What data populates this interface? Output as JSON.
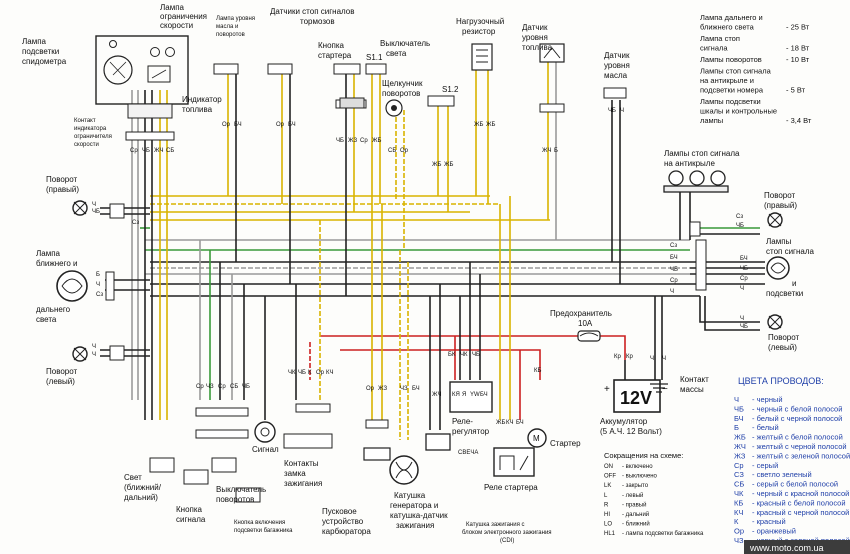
{
  "labels": {
    "speedo_light": [
      "Лампа",
      "подсветки",
      "спидометра"
    ],
    "limit_lamp": [
      "Лампа",
      "ограничения",
      "скорости"
    ],
    "oil_level_lamp": [
      "Лампа уровня",
      "масла и",
      "поворотов"
    ],
    "brake_sensors": [
      "Датчики стоп сигналов",
      "тормозов"
    ],
    "fuel_indicator": [
      "Индикатор",
      "топлива"
    ],
    "limit_contact": [
      "Контакт",
      "индикатора",
      "ограничителя",
      "скорости"
    ],
    "starter_button": [
      "Кнопка",
      "стартера"
    ],
    "light_switch": [
      "Выключатель",
      "света"
    ],
    "turn_clicker": [
      "Щелкунчик",
      "поворотов"
    ],
    "load_resistor": [
      "Нагрузочный",
      "резистор"
    ],
    "fuel_sensor": [
      "Датчик",
      "уровня",
      "топлива"
    ],
    "oil_sensor": [
      "Датчик",
      "уровня",
      "масла"
    ],
    "turn_right_front": [
      "Поворот",
      "(правый)"
    ],
    "head_lamp": [
      "Лампа",
      "ближнего и"
    ],
    "head_lamp_2": [
      "дальнего",
      "света"
    ],
    "turn_left_front": [
      "Поворот",
      "(левый)"
    ],
    "stop_lamps": [
      "Лампы стоп сигнала",
      "на антикрыле"
    ],
    "turn_right_rear": [
      "Поворот",
      "(правый)"
    ],
    "tail_lamp": [
      "Лампы",
      "стоп сигнала",
      "и",
      "подсветки"
    ],
    "turn_left_rear": [
      "Поворот",
      "(левый)"
    ],
    "fuse": [
      "Предохранитель",
      "10A"
    ],
    "mass_contact": [
      "Контакт",
      "массы"
    ],
    "battery": [
      "Аккумулятор",
      "(5 А.Ч. 12 Вольт)"
    ],
    "battery_voltage": "12V",
    "starter": "Стартер",
    "relay_regulator": [
      "Реле-",
      "регулятор"
    ],
    "starter_relay": "Реле стартера",
    "signal": "Сигнал",
    "ignition_lock": [
      "Контакты",
      "замка",
      "зажигания"
    ],
    "spark": "СВЕЧА",
    "carb_starter": [
      "Пусковое",
      "устройство",
      "карбюратора"
    ],
    "generator": [
      "Катушка",
      "генератора и",
      "катушка-датчик",
      "зажигания"
    ],
    "cdi": [
      "Катушка зажигания с",
      "блоком электронного зажигания",
      "(CDI)"
    ],
    "light_button": [
      "Свет",
      "(ближний/",
      "дальний)"
    ],
    "signal_button": [
      "Кнопка",
      "сигнала"
    ],
    "turn_switch": [
      "Выключатель",
      "поворотов"
    ],
    "trunk_button": [
      "Кнопка включения",
      "подсветки багажника"
    ],
    "s11": "S1.1",
    "s12": "S1.2"
  },
  "power_table": [
    {
      "item": [
        "Лампа дальнего и",
        "ближнего света"
      ],
      "value": "- 25 Вт"
    },
    {
      "item": [
        "Лампа стоп",
        "сигнала"
      ],
      "value": "- 18 Вт"
    },
    {
      "item": [
        "Лампы поворотов"
      ],
      "value": "- 10 Вт"
    },
    {
      "item": [
        "Лампы стоп сигнала",
        "на антикрыле и",
        "подсветки номера"
      ],
      "value": "- 5 Вт"
    },
    {
      "item": [
        "Лампы подсветки",
        "шкалы и контрольные",
        "лампы"
      ],
      "value": "- 3,4 Вт"
    }
  ],
  "abbreviations": {
    "title": "Сокращения на схеме:",
    "rows": [
      {
        "code": "ON",
        "text": "- включено"
      },
      {
        "code": "OFF",
        "text": "- выключено"
      },
      {
        "code": "LK",
        "text": "- закрыто"
      },
      {
        "code": "L",
        "text": "- левый"
      },
      {
        "code": "R",
        "text": "- правый"
      },
      {
        "code": "HI",
        "text": "- дальний"
      },
      {
        "code": "LO",
        "text": "- ближний"
      },
      {
        "code": "HL1",
        "text": "- лампа подсветки багажника"
      }
    ]
  },
  "wire_colors": {
    "title": "ЦВЕТА ПРОВОДОВ:",
    "rows": [
      {
        "code": "Ч",
        "text": "- черный"
      },
      {
        "code": "ЧБ",
        "text": "- черный с белой полосой"
      },
      {
        "code": "БЧ",
        "text": "- белый с черной полосой"
      },
      {
        "code": "Б",
        "text": "- белый"
      },
      {
        "code": "ЖБ",
        "text": "- желтый с белой полосой"
      },
      {
        "code": "ЖЧ",
        "text": "- желтый с черной полосой"
      },
      {
        "code": "ЖЗ",
        "text": "- желтый с зеленой полосой"
      },
      {
        "code": "Ср",
        "text": "- серый"
      },
      {
        "code": "СЗ",
        "text": "- светло зеленый"
      },
      {
        "code": "СБ",
        "text": "- серый с белой полосой"
      },
      {
        "code": "ЧК",
        "text": "- черный с красной полосой"
      },
      {
        "code": "КБ",
        "text": "- красный с белой полосой"
      },
      {
        "code": "КЧ",
        "text": "- красный с черной полосой"
      },
      {
        "code": "К",
        "text": "- красный"
      },
      {
        "code": "Ор",
        "text": "- оранжевый"
      },
      {
        "code": "ЧЗ",
        "text": "- черный с зеленой полосой"
      }
    ]
  },
  "wire_tags": {
    "right_bus": [
      "Сз",
      "БЧ",
      "ЧБ",
      "Ср",
      "Ч"
    ],
    "tail_right": [
      "Сз",
      "ЧБ"
    ],
    "tail_left": [
      "Ч",
      "ЧБ"
    ],
    "tail_mid": [
      "БЧ",
      "ЧБ",
      "Ср",
      "Ч"
    ],
    "front_turn_r": [
      "Ч",
      "ЧБ"
    ],
    "front_turn_l": [
      "Ч",
      "Ч"
    ],
    "head": [
      "Б",
      "Ч",
      "Сз"
    ],
    "head_lamp_wires": [
      "Ср",
      "ЧБ",
      "Сз"
    ],
    "speedo_bottom": [
      "Ср",
      "ЧБ",
      "ЖЧ",
      "СБ"
    ],
    "bottom_left": [
      "Ср",
      "ЧЗ",
      "Ср",
      "СБ",
      "ЧБ"
    ],
    "ign": [
      "ЧК",
      "ЧБ",
      "К",
      "Ор",
      "КЧ"
    ],
    "ign2": [
      "Ор",
      "ЖЗ"
    ],
    "reg": [
      "ЧЗ",
      "БЧ",
      "ЖЧ"
    ],
    "relay": [
      "ЖБ",
      "КЧ",
      "БЧ"
    ],
    "reg_pins": [
      "КЯ",
      "Я",
      "YW",
      "БЧ"
    ],
    "fuse_side": [
      "Кр",
      "Кр"
    ],
    "bk": [
      "БК",
      "ЧК",
      "ЧБ"
    ],
    "kb": [
      "КБ"
    ],
    "br_sensors": [
      "Ор",
      "БЧ"
    ],
    "light_sw": [
      "ЧБ",
      "ЖЗ",
      "Ср",
      "ЖБ"
    ],
    "clicker": [
      "СБ",
      "Ор"
    ],
    "resistor": [
      "ЖБ",
      "ЖБ"
    ],
    "fuel": [
      "ЖЧ",
      "Б"
    ],
    "oil": [
      "ЧБ",
      "Ч"
    ],
    "mass": [
      "Ч",
      "Ч"
    ]
  },
  "watermark": "www.moto.com.ua"
}
